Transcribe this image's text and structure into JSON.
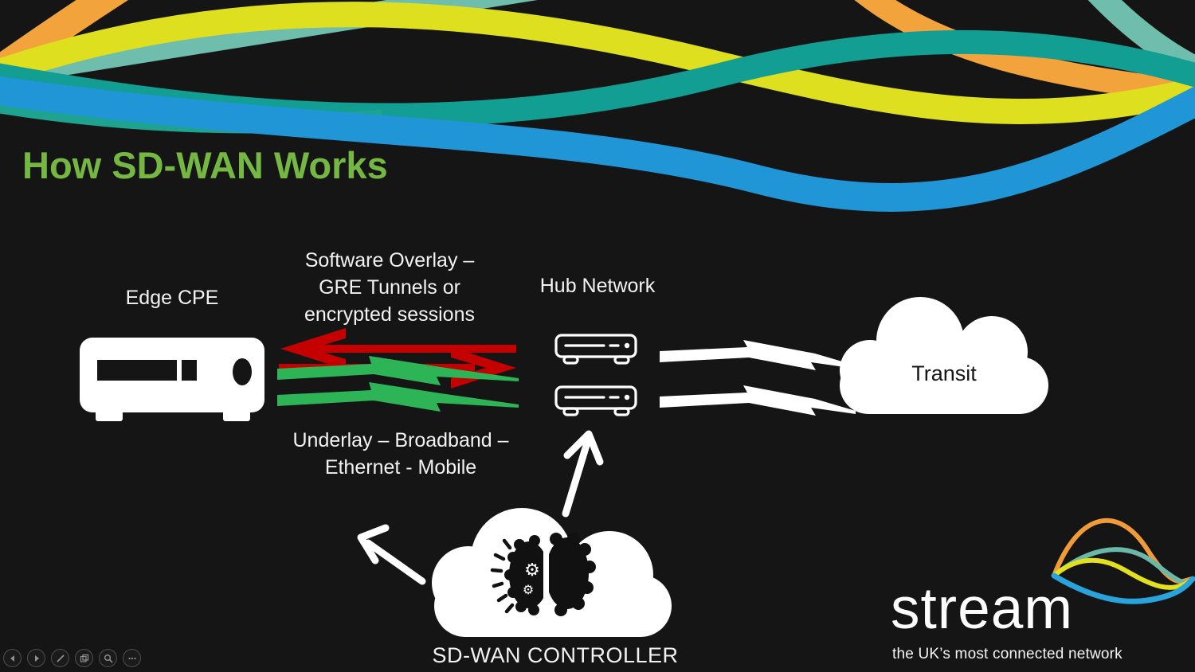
{
  "slide": {
    "title": "How SD-WAN Works",
    "edge_cpe_label": "Edge CPE",
    "overlay_lines": [
      "Software Overlay –",
      "GRE Tunnels or",
      "encrypted sessions"
    ],
    "underlay_lines": [
      "Underlay – Broadband –",
      "Ethernet - Mobile"
    ],
    "hub_label": "Hub Network",
    "transit_label": "Transit",
    "controller_label": "SD-WAN CONTROLLER"
  },
  "logo": {
    "wordmark": "stream",
    "tagline": "the UK’s most connected network"
  },
  "colors": {
    "background": "#151515",
    "title_green": "#74B843",
    "arrow_red": "#C40000",
    "underlay_green": "#2DB457",
    "device_white": "#FFFFFF",
    "ribbon_orange": "#F2A33C",
    "ribbon_yellow": "#DEDF1E",
    "ribbon_seafoam": "#6FBDAD",
    "ribbon_teal": "#139E93",
    "ribbon_blue": "#2196D6",
    "logo_blue": "#29A3DC"
  },
  "presenter_controls": {
    "icons": [
      "previous-slide",
      "next-slide",
      "pen",
      "see-all-slides",
      "zoom",
      "more-options"
    ]
  }
}
